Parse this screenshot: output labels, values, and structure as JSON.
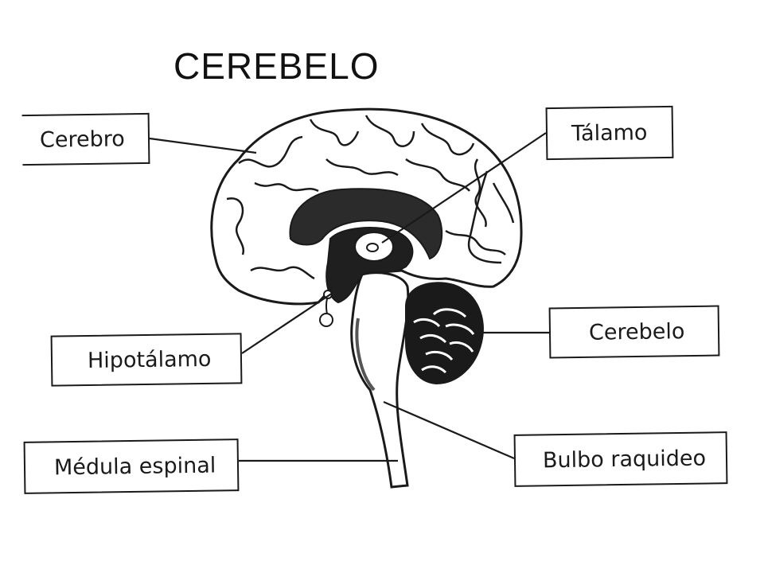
{
  "title": "CEREBELO",
  "labels": {
    "cerebro": "Cerebro",
    "talamo": "Tálamo",
    "cerebelo": "Cerebelo",
    "hipotalamo": "Hipotálamo",
    "medula": "Médula espinal",
    "bulbo": "Bulbo raquideo"
  },
  "colors": {
    "ink": "#1a1a1a",
    "background": "#ffffff"
  }
}
